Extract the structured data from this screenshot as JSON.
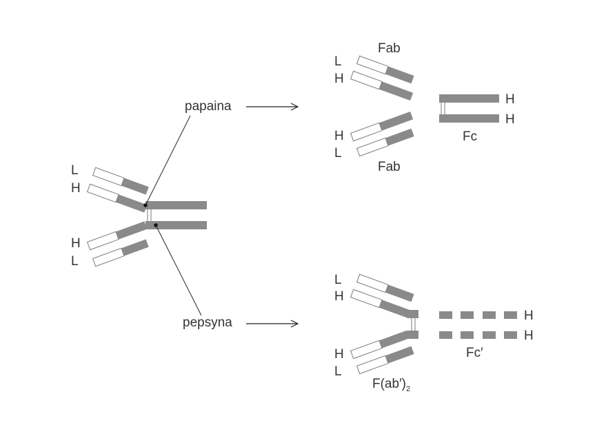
{
  "colors": {
    "chain": "#8a8a8a",
    "outline": "#7a7a7a",
    "text": "#333333",
    "line": "#222222"
  },
  "enzymes": {
    "papain": "papaina",
    "pepsin": "pepsyna"
  },
  "antibody": {
    "labels": [
      "L",
      "H",
      "H",
      "L"
    ]
  },
  "papain_products": {
    "fab_top": {
      "label": "Fab",
      "chain_labels": [
        "L",
        "H"
      ]
    },
    "fab_bottom": {
      "label": "Fab",
      "chain_labels": [
        "H",
        "L"
      ]
    },
    "fc": {
      "label": "Fc",
      "chain_labels": [
        "H",
        "H"
      ]
    }
  },
  "pepsin_products": {
    "fab2": {
      "label": "F(ab′)",
      "subscript": "2",
      "chain_labels": [
        "L",
        "H",
        "H",
        "L"
      ]
    },
    "fc_prime": {
      "label": "Fc′",
      "chain_labels": [
        "H",
        "H"
      ]
    }
  }
}
